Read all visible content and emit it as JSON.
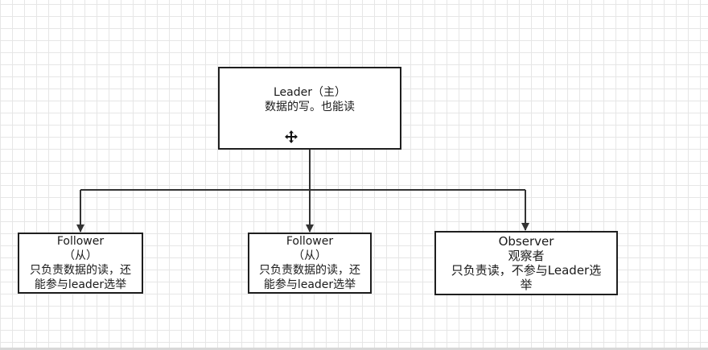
{
  "diagram": {
    "nodes": {
      "leader": {
        "lines": [
          "Leader（主）",
          "数据的写。也能读"
        ]
      },
      "follower1": {
        "lines": [
          "Follower",
          "（从）",
          "只负责数据的读，还",
          "能参与leader选举"
        ]
      },
      "follower2": {
        "lines": [
          "Follower",
          "（从）",
          "只负责数据的读，还",
          "能参与leader选举"
        ]
      },
      "observer": {
        "lines": [
          "Observer",
          "观察者",
          "只负责读，不参与Leader选",
          "举"
        ]
      }
    },
    "edges": [
      {
        "from": "leader",
        "to": "follower1"
      },
      {
        "from": "leader",
        "to": "follower2"
      },
      {
        "from": "leader",
        "to": "observer"
      }
    ],
    "icons": {
      "cursor": "move-cursor-icon"
    },
    "colors": {
      "line": "#333333",
      "border": "#1f1f1f",
      "grid": "#e6e6e6"
    }
  }
}
